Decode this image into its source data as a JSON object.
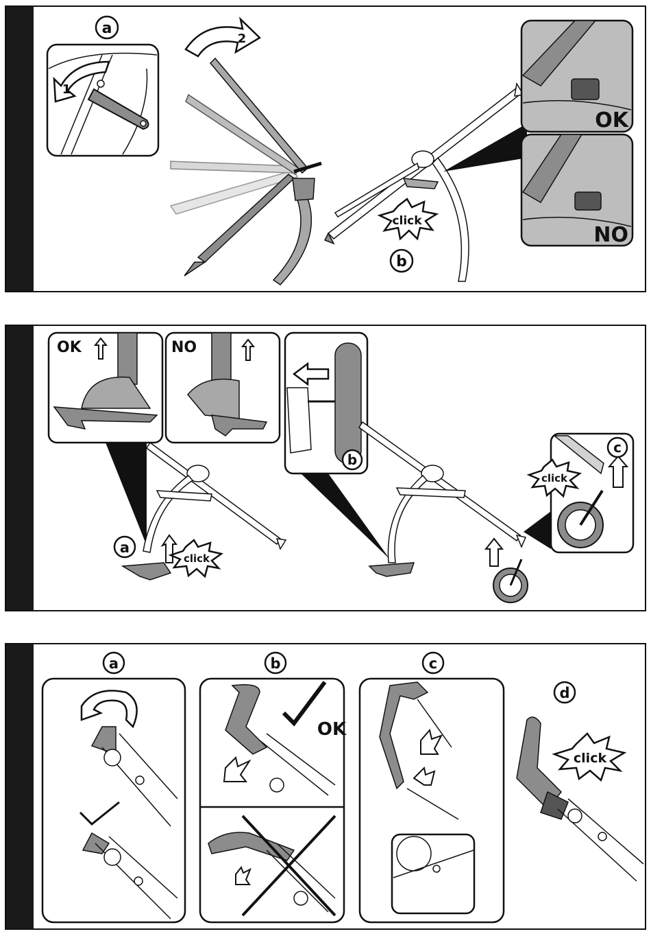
{
  "colors": {
    "outline": "#111111",
    "part_dark": "#8c8c8c",
    "part_mid": "#a8a8a8",
    "part_light": "#d2d2d2",
    "photo_bg": "#bdbdbd",
    "sidebar": "#1a1a1a"
  },
  "panel1": {
    "step_a": "a",
    "step_b": "b",
    "arrow_1": "1",
    "arrow_2": "2",
    "click": "click",
    "ok": "OK",
    "no": "NO"
  },
  "panel2": {
    "step_a": "a",
    "step_b": "b",
    "step_c": "c",
    "ok": "OK",
    "no": "NO",
    "click_a": "click",
    "click_c": "click"
  },
  "panel3": {
    "step_a": "a",
    "step_b": "b",
    "step_c": "c",
    "step_d": "d",
    "ok": "OK",
    "click": "click"
  }
}
